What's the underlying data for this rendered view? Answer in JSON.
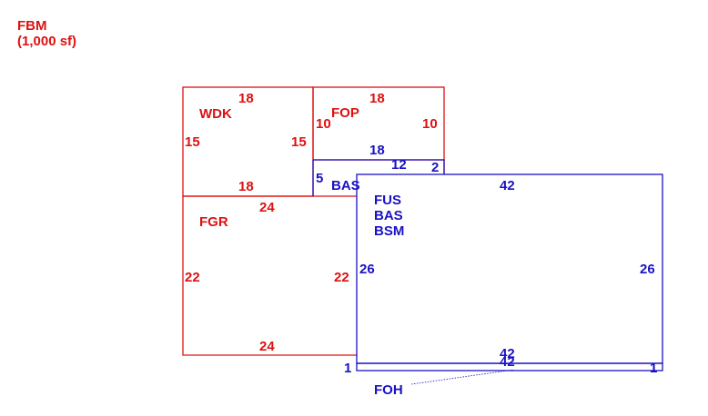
{
  "header": {
    "line1": "FBM",
    "line2": "(1,000 sf)"
  },
  "colors": {
    "red": "#dd1111",
    "blue": "#1a12c4"
  },
  "areas": {
    "wdk": {
      "label": "WDK",
      "top": "18",
      "left": "15",
      "right": "15",
      "bottom": "18"
    },
    "fop": {
      "label": "FOP",
      "top": "18",
      "left": "10",
      "right": "10",
      "bottom": "18"
    },
    "bas_upper": {
      "label": "BAS",
      "top": "12",
      "left": "5",
      "right": "2"
    },
    "fgr": {
      "label": "FGR",
      "top": "24",
      "left": "22",
      "right": "22",
      "bottom": "24"
    },
    "main": {
      "labels": [
        "FUS",
        "BAS",
        "BSM"
      ],
      "top": "42",
      "left": "26",
      "right": "26",
      "bottom": "42"
    },
    "foh": {
      "label": "FOH",
      "top": "42",
      "left": "1",
      "right": "1"
    }
  }
}
